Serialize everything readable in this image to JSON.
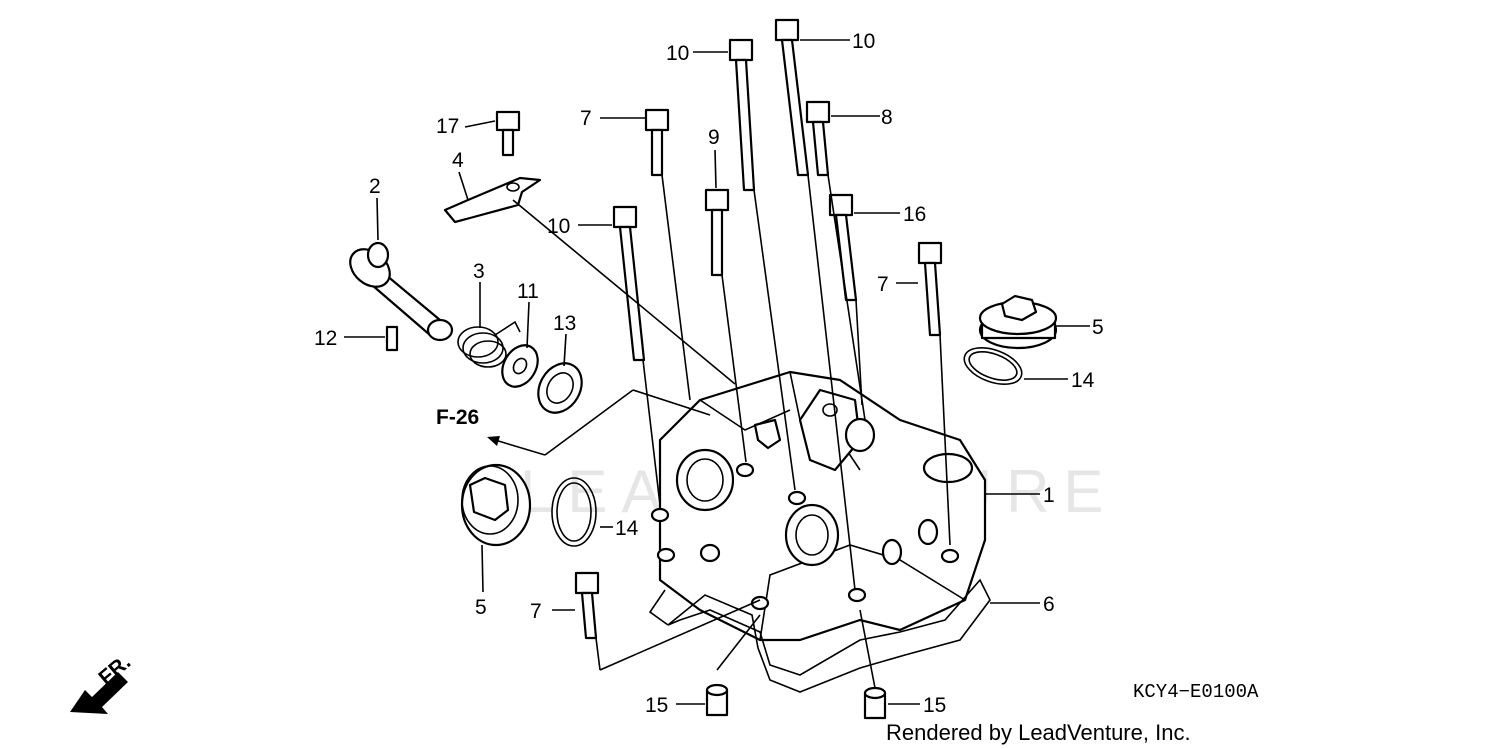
{
  "diagram": {
    "code": "KCY4−E0100A",
    "credit": "Rendered by LeadVenture, Inc.",
    "watermark": "LEADVENTURE",
    "reference": "F-26",
    "direction": "FR.",
    "callouts": {
      "c1": "1",
      "c2": "2",
      "c3": "3",
      "c4": "4",
      "c5a": "5",
      "c5b": "5",
      "c6": "6",
      "c7a": "7",
      "c7b": "7",
      "c7c": "7",
      "c8": "8",
      "c9": "9",
      "c10a": "10",
      "c10b": "10",
      "c10c": "10",
      "c11": "11",
      "c12": "12",
      "c13": "13",
      "c14a": "14",
      "c14b": "14",
      "c15a": "15",
      "c15b": "15",
      "c16": "16",
      "c17": "17"
    }
  }
}
